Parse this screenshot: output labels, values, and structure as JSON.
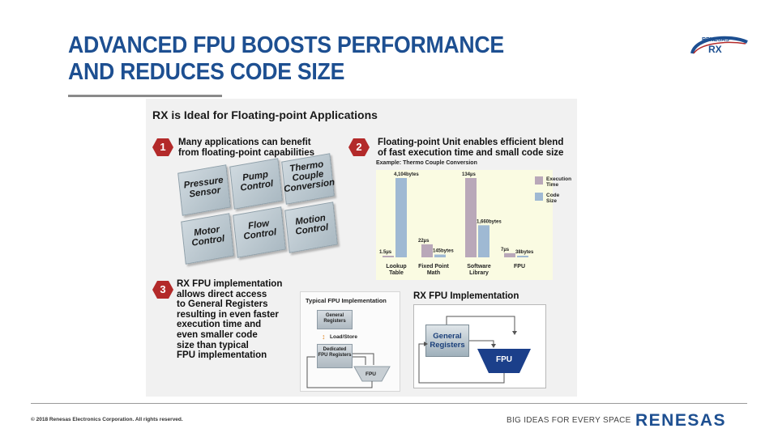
{
  "slide": {
    "title_line1": "ADVANCED FPU BOOSTS PERFORMANCE",
    "title_line2": "AND REDUCES CODE SIZE",
    "logo_top_brand": "RENESAS",
    "logo_top_product": "RX",
    "panel_heading": "RX is Ideal for Floating-point Applications"
  },
  "points": [
    {
      "number": "1",
      "lines": [
        "Many applications can benefit",
        "from floating-point capabilities"
      ]
    },
    {
      "number": "2",
      "lines": [
        "Floating-point Unit enables efficient blend",
        "of fast execution time and small code size"
      ]
    },
    {
      "number": "3",
      "lines": [
        "RX FPU implementation",
        "allows direct access",
        "to General Registers",
        "resulting in even faster",
        "execution time and",
        "even smaller code",
        "size than typical",
        "FPU implementation"
      ]
    }
  ],
  "applications": [
    {
      "line1": "Pressure",
      "line2": "Sensor",
      "line3": ""
    },
    {
      "line1": "Pump",
      "line2": "Control",
      "line3": ""
    },
    {
      "line1": "Thermo",
      "line2": "Couple",
      "line3": "Conversion"
    },
    {
      "line1": "Motor",
      "line2": "Control",
      "line3": ""
    },
    {
      "line1": "Flow",
      "line2": "Control",
      "line3": ""
    },
    {
      "line1": "Motion",
      "line2": "Control",
      "line3": ""
    }
  ],
  "chart_data": {
    "type": "bar",
    "title": "Example: Thermo Couple Conversion",
    "categories": [
      {
        "line1": "Lookup",
        "line2": "Table"
      },
      {
        "line1": "Fixed Point",
        "line2": "Math"
      },
      {
        "line1": "Software",
        "line2": "Library"
      },
      {
        "line1": "FPU",
        "line2": ""
      }
    ],
    "series": [
      {
        "name": "Execution Time",
        "values_us": [
          1.5,
          22,
          134,
          7
        ],
        "labels": [
          "1.5µs",
          "22µs",
          "134µs",
          "7µs"
        ],
        "color": "#b9a8b9"
      },
      {
        "name": "Code Size",
        "values_bytes": [
          4104,
          145,
          1660,
          38
        ],
        "labels": [
          "4,104bytes",
          "145bytes",
          "1,660bytes",
          "38bytes"
        ],
        "color": "#9fb9d3"
      }
    ],
    "legend": {
      "line1_exec": "Execution",
      "line2_exec": "Time",
      "line1_code": "Code",
      "line2_code": "Size",
      "placement": "top-right"
    }
  },
  "typical_fpu": {
    "title": "Typical FPU Implementation",
    "general_registers": "General Registers",
    "load_store": "Load/Store",
    "dedicated": "Dedicated FPU Registers",
    "fpu": "FPU"
  },
  "rx_fpu": {
    "title": "RX FPU Implementation",
    "general_registers_1": "General",
    "general_registers_2": "Registers",
    "fpu": "FPU"
  },
  "footer": {
    "copyright": "© 2018 Renesas Electronics Corporation. All rights reserved.",
    "tagline": "BIG IDEAS FOR EVERY SPACE",
    "logo": "RENESAS"
  },
  "colors": {
    "brand_blue": "#1d4f91",
    "hex_red": "#b32a2a",
    "fpu_blue": "#1b3f8a"
  }
}
